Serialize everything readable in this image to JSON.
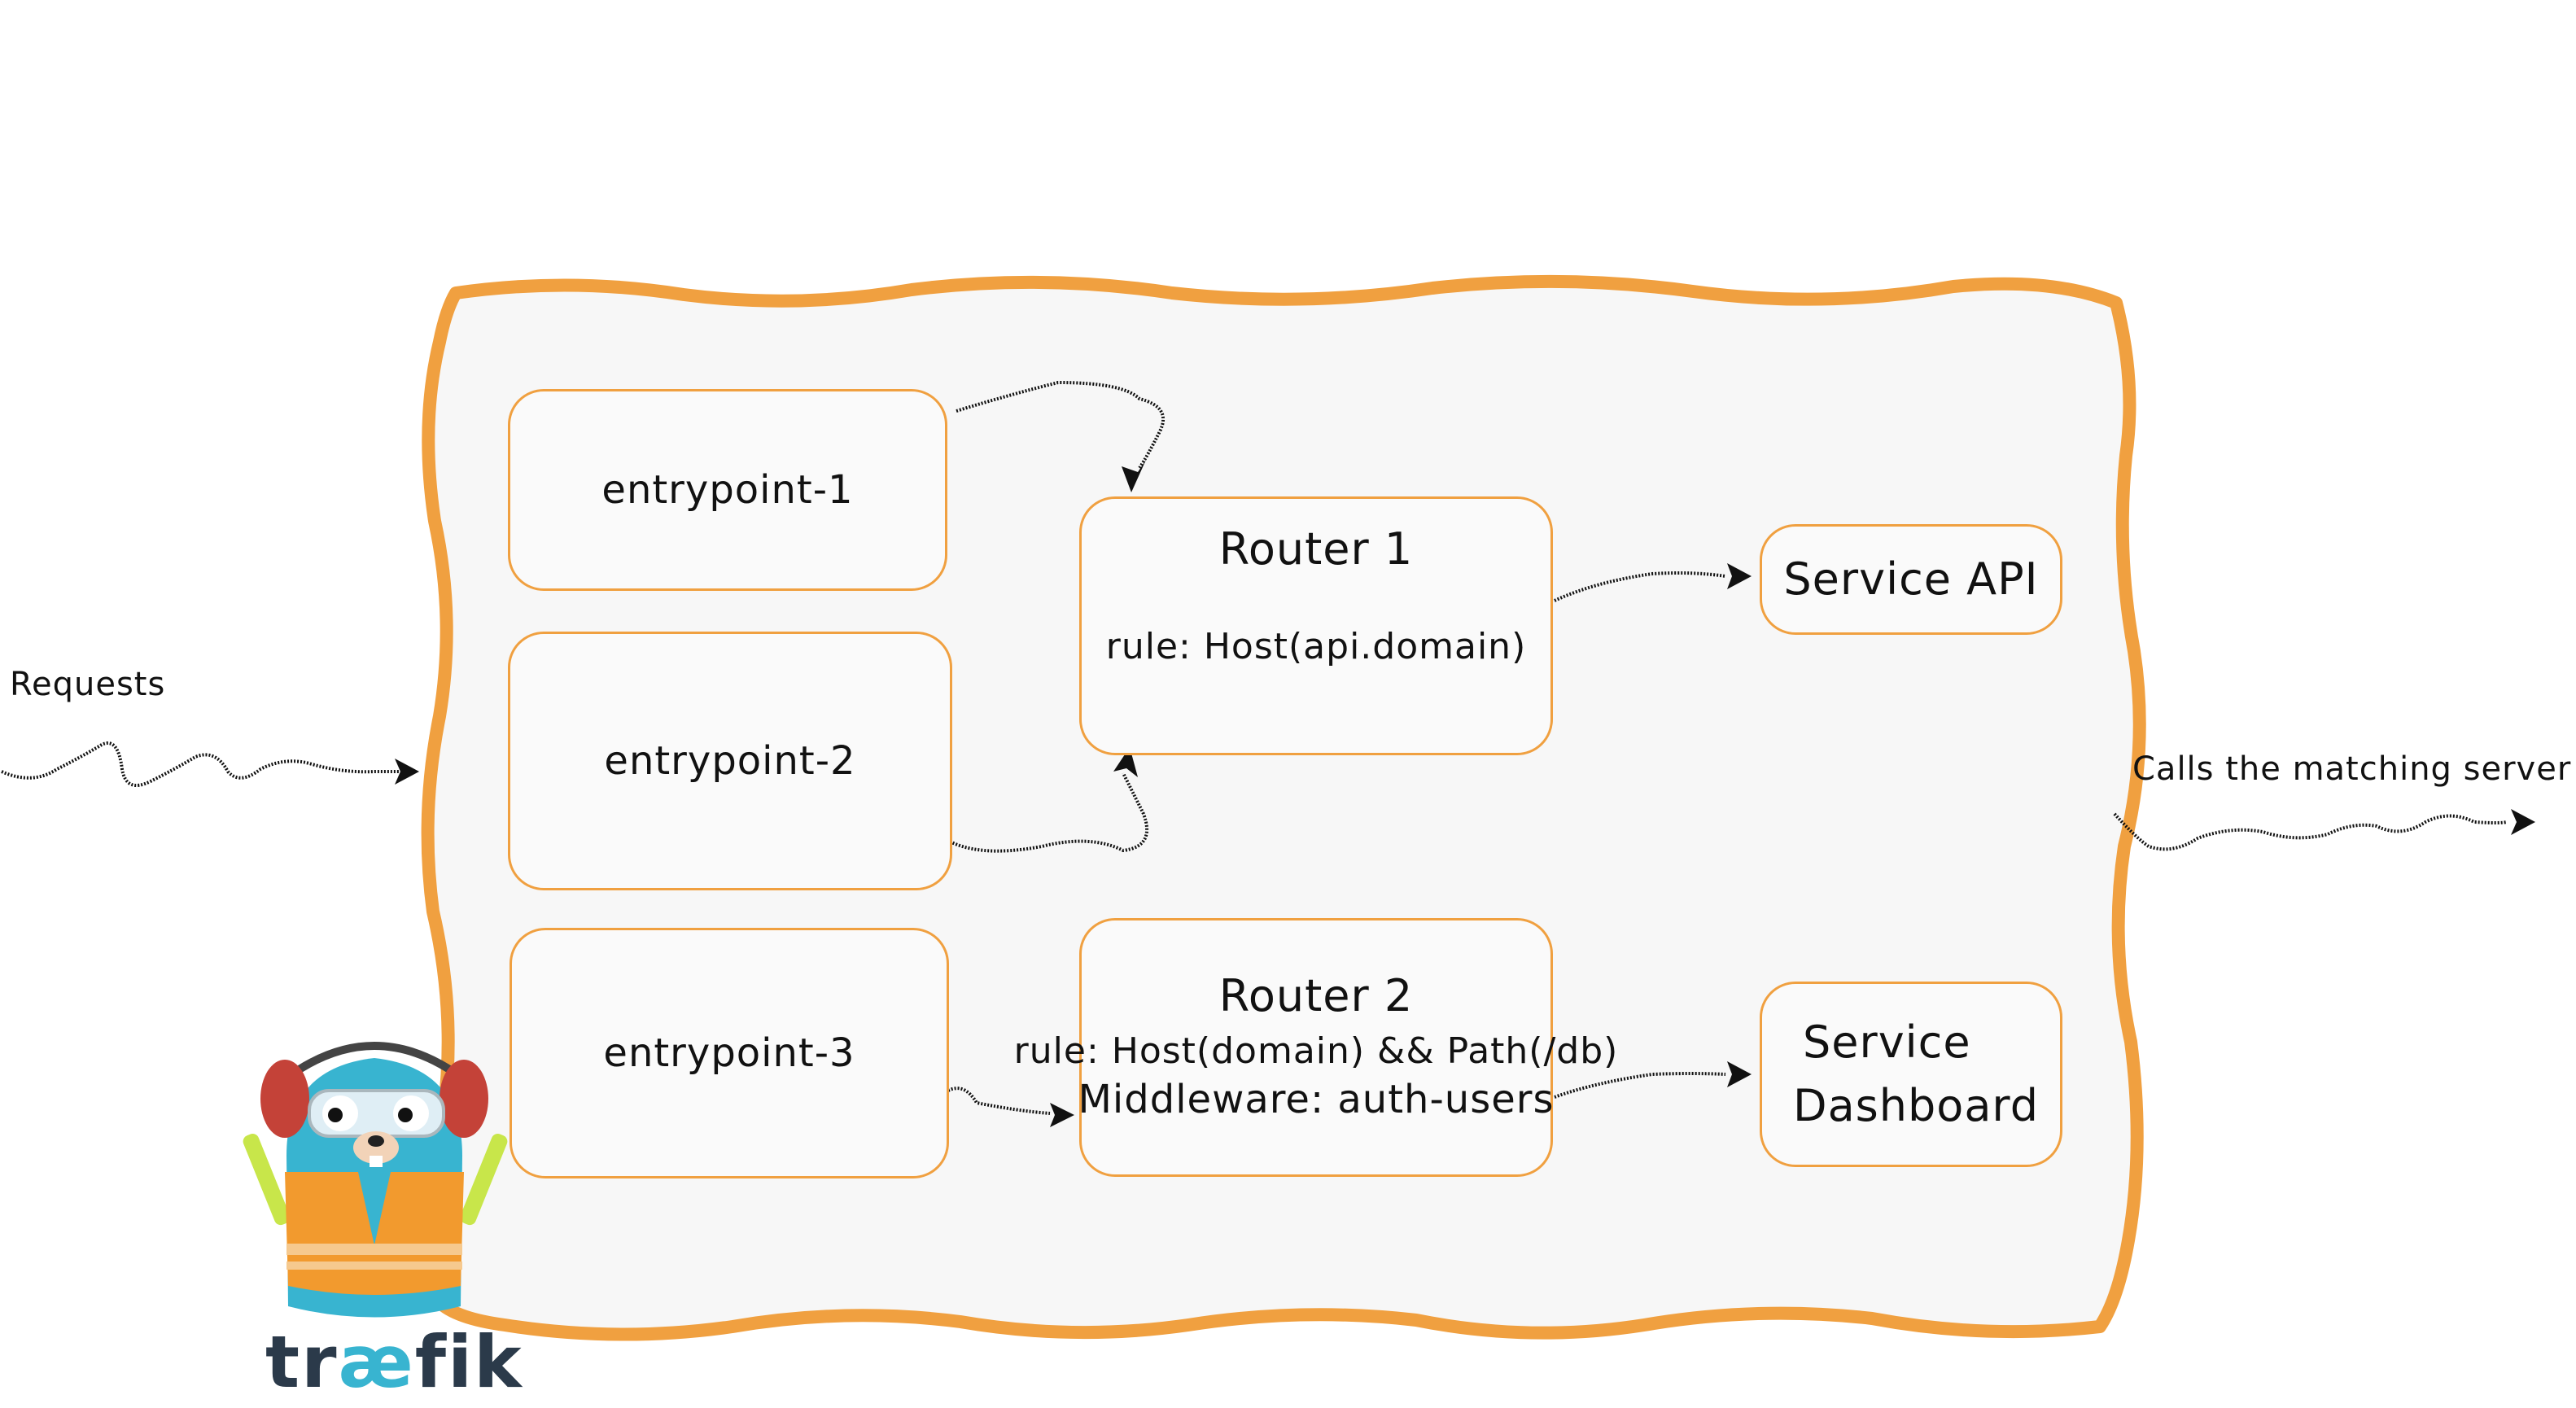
{
  "inputs": {
    "requests_label": "Requests"
  },
  "outputs": {
    "calls_label": "Calls the matching server"
  },
  "entrypoints": [
    {
      "label": "entrypoint-1"
    },
    {
      "label": "entrypoint-2"
    },
    {
      "label": "entrypoint-3"
    }
  ],
  "routers": [
    {
      "title": "Router 1",
      "rule": "rule: Host(api.domain)",
      "middleware": ""
    },
    {
      "title": "Router 2",
      "rule": "rule: Host(domain) && Path(/db)",
      "middleware": "Middleware: auth-users"
    }
  ],
  "services": [
    {
      "label_line1": "Service API",
      "label_line2": ""
    },
    {
      "label_line1": "Service",
      "label_line2": "Dashboard"
    }
  ],
  "logo": {
    "wordmark_prefix": "tr",
    "wordmark_ae": "æ",
    "wordmark_suffix": "fik"
  },
  "colors": {
    "outline_orange": "#f0a040",
    "panel_fill": "#f7f7f7",
    "arrow": "#111111",
    "gopher_blue": "#38b4d0",
    "vest_orange": "#f29a2e"
  }
}
